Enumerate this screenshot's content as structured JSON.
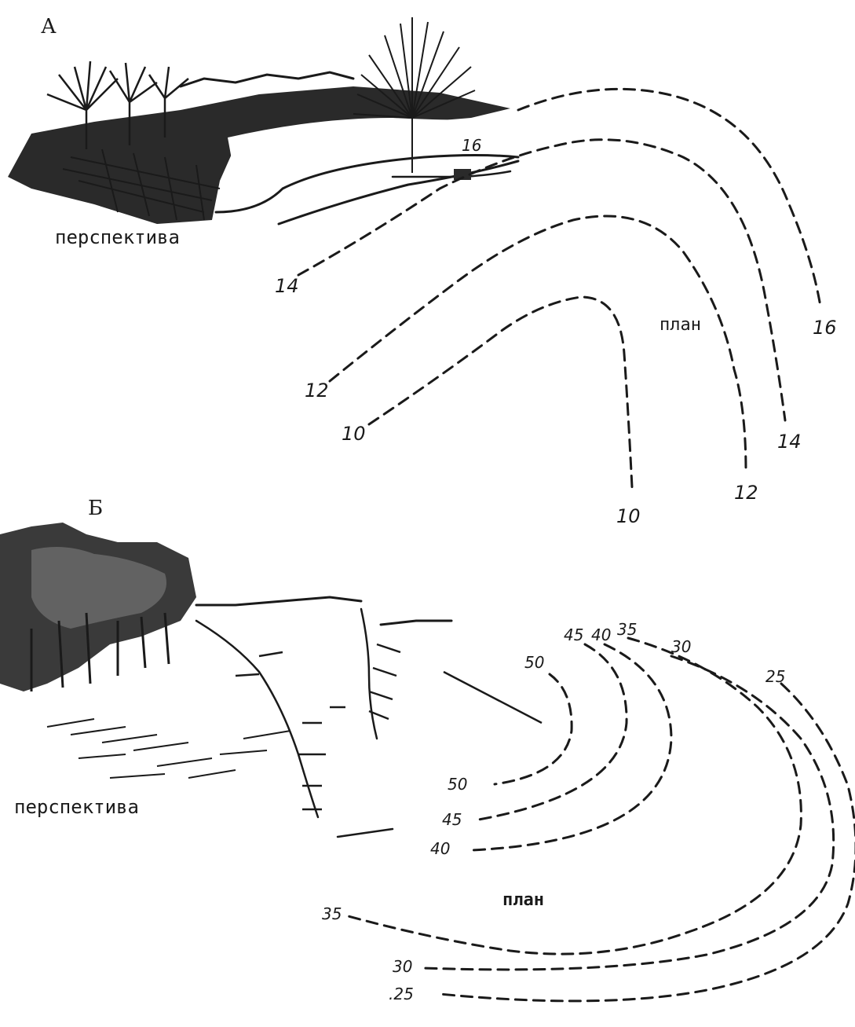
{
  "section_a": {
    "letter": "А",
    "perspective_caption": "перспектива",
    "plan_caption": "план",
    "contour_labels": {
      "c16_top": "16",
      "c16_end": "16",
      "c14_start": "14",
      "c14_end": "14",
      "c12_start": "12",
      "c12_end": "12",
      "c10_start": "10",
      "c10_end": "10"
    }
  },
  "section_b": {
    "letter": "Б",
    "perspective_caption": "перспектива",
    "plan_caption": "план",
    "contour_labels": {
      "c50_top": "50",
      "c50_bottom": "50",
      "c45_top": "45",
      "c45_bottom": "45",
      "c40_top": "40",
      "c40_bottom": "40",
      "c35_top": "35",
      "c35_bottom": "35",
      "c30_top": "30",
      "c30_bottom": "30",
      "c25_top": "25",
      "c25_bottom": ".25"
    }
  }
}
